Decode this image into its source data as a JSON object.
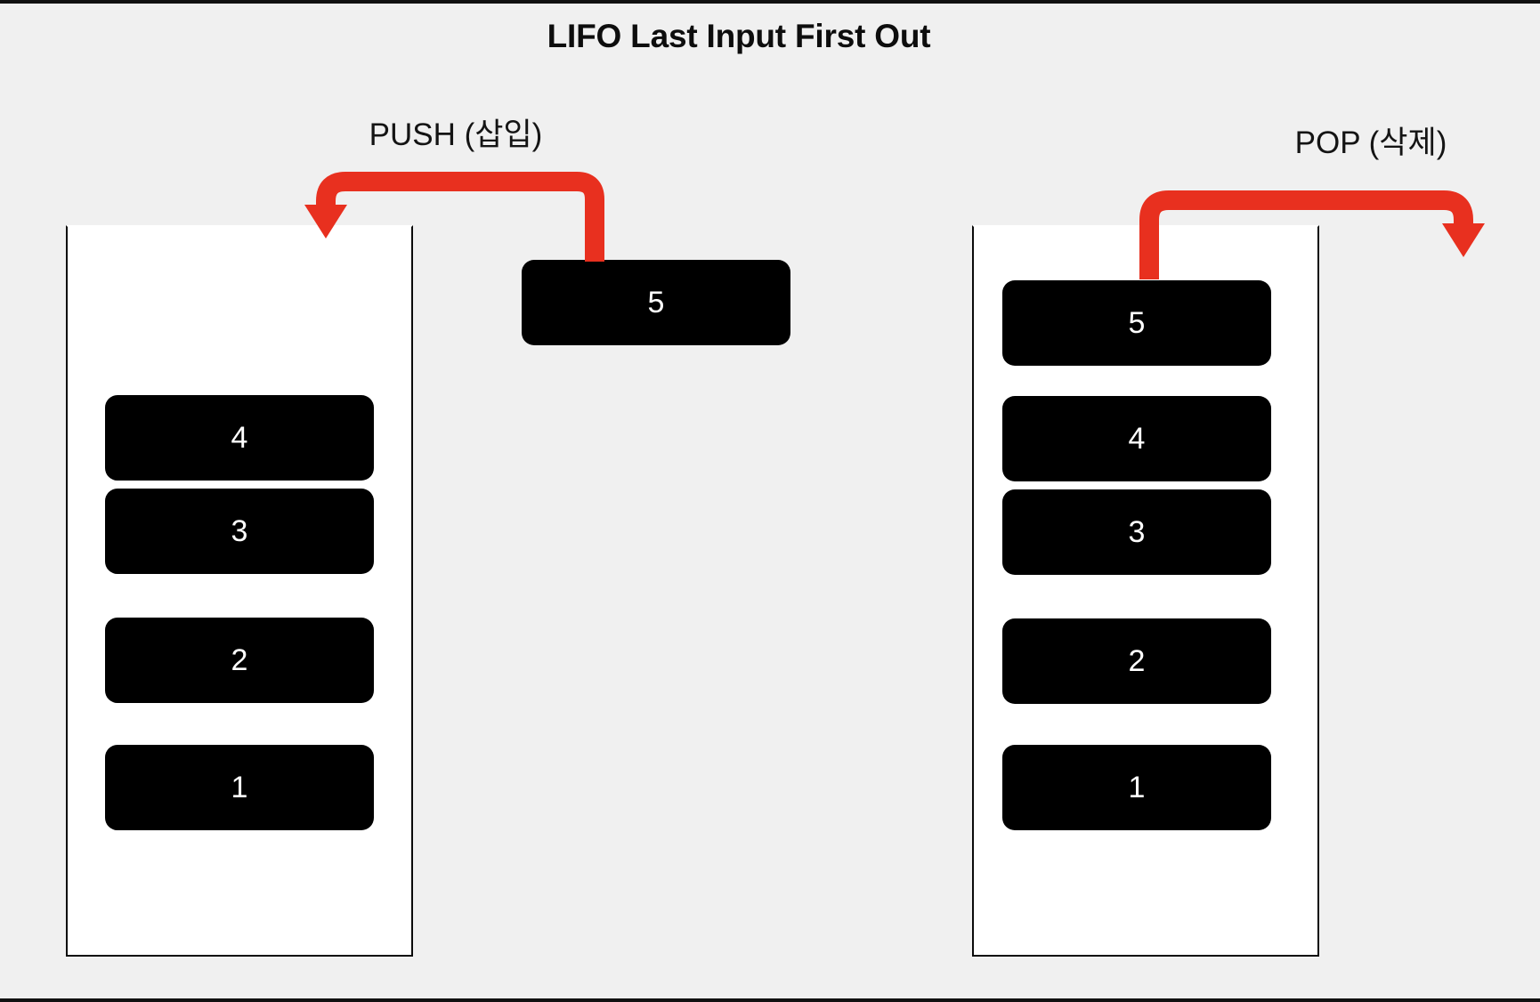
{
  "diagram": {
    "title": "LIFO Last Input First Out",
    "background_color": "#f0f0f0",
    "frame_color": "#101010",
    "block_color": "#000000",
    "block_text_color": "#ffffff",
    "arrow_color": "#e8301f",
    "container_fill": "#ffffff",
    "container_border": "#0a0a0a"
  },
  "operations": {
    "push": {
      "label": "PUSH (삽입)",
      "incoming_value": "5",
      "arrow_direction": "right-to-left-then-down",
      "arrow_target": "top of left stack"
    },
    "pop": {
      "label": "POP (삭제)",
      "arrow_direction": "up-then-right-then-down",
      "arrow_source": "top of right stack",
      "popped_value": "5"
    }
  },
  "left_stack": {
    "name": "stack-before-push",
    "has_empty_top_slot": true,
    "items": [
      {
        "value": "4"
      },
      {
        "value": "3"
      },
      {
        "value": "2"
      },
      {
        "value": "1"
      }
    ]
  },
  "pending_block": {
    "value": "5"
  },
  "right_stack": {
    "name": "stack-after-push",
    "has_empty_top_slot": false,
    "items": [
      {
        "value": "5"
      },
      {
        "value": "4"
      },
      {
        "value": "3"
      },
      {
        "value": "2"
      },
      {
        "value": "1"
      }
    ]
  }
}
